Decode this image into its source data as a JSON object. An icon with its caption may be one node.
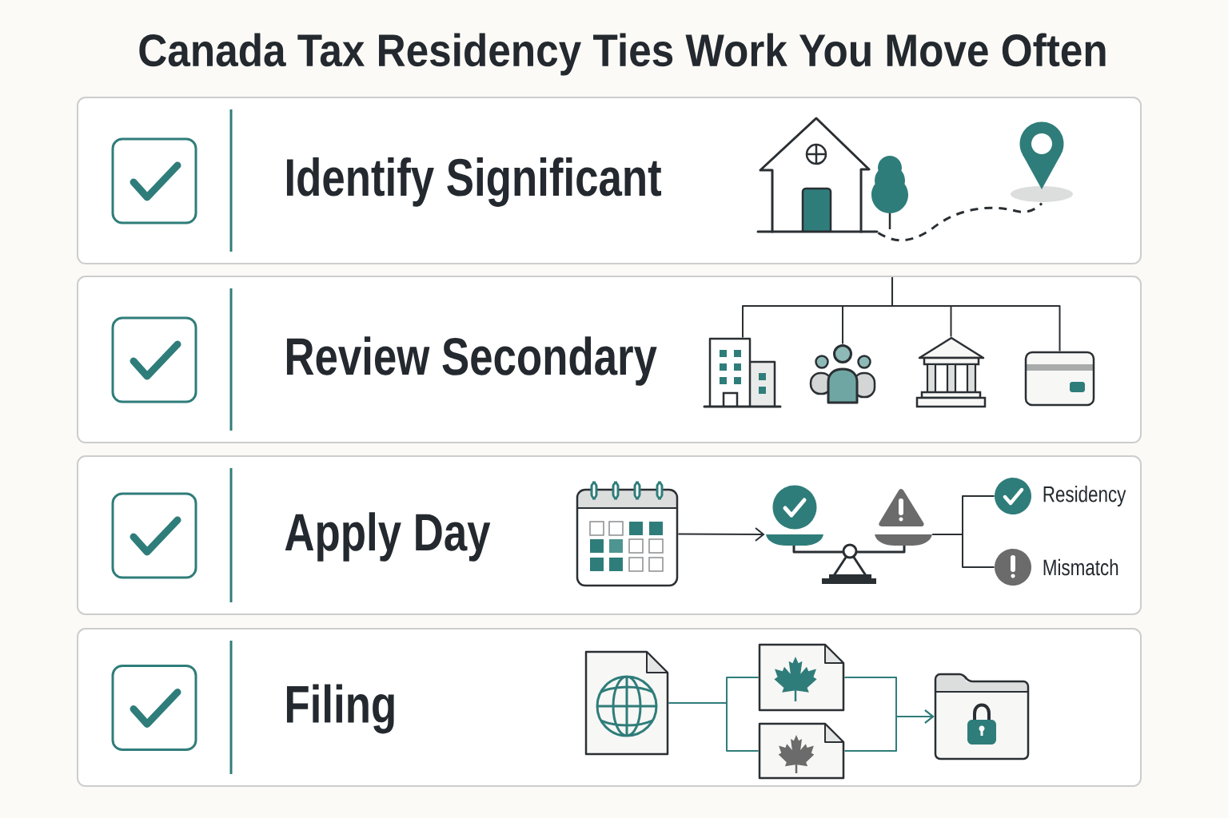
{
  "diagram": {
    "title": "Canada Tax Residency Ties Work You Move Often",
    "nodes": [
      {
        "text": [
          "Identify Significant"
        ]
      },
      {
        "text": [],
        "shape": "picture",
        "in": 0
      },
      {
        "text": [],
        "shape": "picture",
        "in": 0
      },
      {
        "text": [
          "Review Secondary"
        ]
      },
      {
        "text": [],
        "shape": "picture",
        "in": 3
      },
      {
        "text": [],
        "shape": "picture",
        "in": 3
      },
      {
        "text": [],
        "shape": "picture",
        "in": 3
      },
      {
        "text": [],
        "shape": "picture",
        "in": 3
      },
      {
        "text": [
          "Apply Day"
        ]
      },
      {
        "text": [],
        "shape": "picture",
        "in": 8
      },
      {
        "text": [],
        "shape": "picture",
        "in": 8
      },
      {
        "text": [],
        "shape": "circle",
        "in": 8,
        "beside": [
          "Residency"
        ]
      },
      {
        "text": [],
        "shape": "circle",
        "in": 8,
        "beside": [
          "Mismatch"
        ]
      },
      {
        "text": [
          "Filing"
        ]
      },
      {
        "text": [],
        "shape": "picture",
        "in": 13
      },
      {
        "text": [],
        "shape": "picture",
        "in": 13
      },
      {
        "text": [],
        "shape": "picture",
        "in": 13
      },
      {
        "text": [],
        "shape": "picture",
        "in": 13
      }
    ],
    "edges": [
      {
        "from": 1,
        "to": 2,
        "arrow": "none",
        "style": "dashed"
      },
      {
        "from": null,
        "to": 4,
        "arrow": "none"
      },
      {
        "from": null,
        "to": 5,
        "arrow": "none"
      },
      {
        "from": null,
        "to": 6,
        "arrow": "none"
      },
      {
        "from": null,
        "to": 7,
        "arrow": "none"
      },
      {
        "from": 9,
        "to": 10,
        "arrow": "to"
      },
      {
        "from": 10,
        "to": 11,
        "arrow": "none"
      },
      {
        "from": 10,
        "to": 12,
        "arrow": "none"
      },
      {
        "from": 14,
        "to": 15,
        "arrow": "none",
        "color": "#2f7d7a"
      },
      {
        "from": 14,
        "to": 16,
        "arrow": "none",
        "color": "#2f7d7a"
      },
      {
        "from": 15,
        "to": 17,
        "arrow": "to",
        "color": "#2f7d7a"
      },
      {
        "from": 16,
        "to": 17,
        "arrow": "to",
        "color": "#2f7d7a"
      }
    ]
  }
}
